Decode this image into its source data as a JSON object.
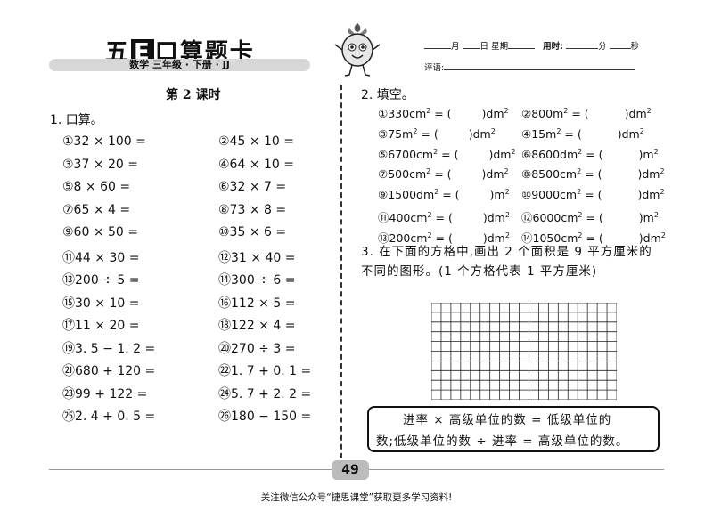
{
  "header": {
    "brand_a": "五",
    "brand_e": "E",
    "brand_b": "口算题卡",
    "subtitle": "数学  三年级 · 下册 · JJ",
    "date_month": "月",
    "date_day": "日",
    "date_week": "星期",
    "time_label": "用时:",
    "time_min": "分",
    "time_sec": "秒",
    "eval_label": "评语:"
  },
  "lesson_title": "第 2 课时",
  "q1": {
    "title": "1. 口算。",
    "items": [
      "①32 × 100 =",
      "②45 × 10 =",
      "③37 × 20 =",
      "④64 × 10 =",
      "⑤8 × 60 =",
      "⑥32 × 7 =",
      "⑦65 × 4 =",
      "⑧73 × 8 =",
      "⑨60 × 50 =",
      "⑩35 × 6 =",
      "⑪44 × 30 =",
      "⑫31 × 40 =",
      "⑬200 ÷ 5 =",
      "⑭300 ÷ 6 =",
      "⑮30 × 10 =",
      "⑯112 × 5 =",
      "⑰11 × 20 =",
      "⑱122 × 4 =",
      "⑲3. 5 − 1. 2 =",
      "⑳270 ÷ 3 =",
      "㉑680 + 120 =",
      "㉒1. 7 + 0. 1 =",
      "㉓99 + 122 =",
      "㉔5. 7 + 2. 2 =",
      "㉕2. 4 + 0. 5 =",
      "㉖180 − 150 ="
    ]
  },
  "q2": {
    "title": "2. 填空。",
    "items": [
      {
        "n": "①",
        "v": "330",
        "u1": "cm",
        "u2": "dm"
      },
      {
        "n": "②",
        "v": "800",
        "u1": "m",
        "u2": "dm"
      },
      {
        "n": "③",
        "v": "75",
        "u1": "m",
        "u2": "dm"
      },
      {
        "n": "④",
        "v": "15",
        "u1": "m",
        "u2": "dm"
      },
      {
        "n": "⑤",
        "v": "6700",
        "u1": "cm",
        "u2": "dm"
      },
      {
        "n": "⑥",
        "v": "8600",
        "u1": "dm",
        "u2": "m"
      },
      {
        "n": "⑦",
        "v": "500",
        "u1": "cm",
        "u2": "dm"
      },
      {
        "n": "⑧",
        "v": "8500",
        "u1": "cm",
        "u2": "dm"
      },
      {
        "n": "⑨",
        "v": "1500",
        "u1": "dm",
        "u2": "m"
      },
      {
        "n": "⑩",
        "v": "9000",
        "u1": "cm",
        "u2": "dm"
      },
      {
        "n": "⑪",
        "v": "400",
        "u1": "cm",
        "u2": "dm"
      },
      {
        "n": "⑫",
        "v": "6000",
        "u1": "cm",
        "u2": "m"
      },
      {
        "n": "⑬",
        "v": "200",
        "u1": "cm",
        "u2": "dm"
      },
      {
        "n": "⑭",
        "v": "1050",
        "u1": "cm",
        "u2": "dm"
      }
    ]
  },
  "q3": {
    "text": "3. 在下面的方格中,画出 2 个面积是 9 平方厘米的不同的图形。(1 个方格代表 1 平方厘米)"
  },
  "tip": {
    "line1": "进率 × 高级单位的数 = 低级单位的",
    "line2": "数;低级单位的数 ÷ 进率 = 高级单位的数。"
  },
  "page_number": "49",
  "footer": "关注微信公众号“捷思课堂”获取更多学习资料!"
}
